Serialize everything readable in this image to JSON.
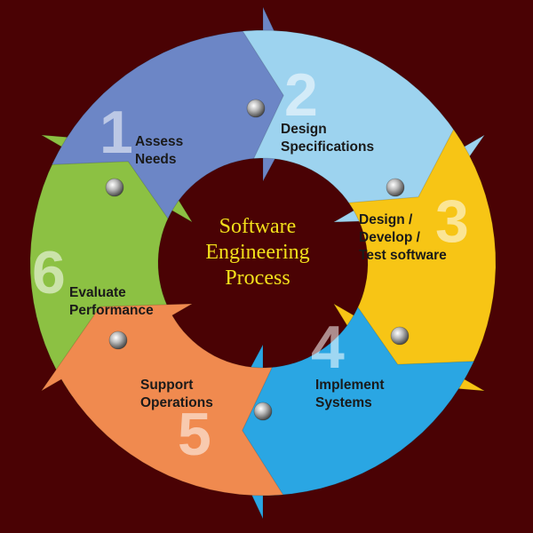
{
  "center": {
    "lines": [
      "Software",
      "Engineering",
      "Process"
    ]
  },
  "steps": [
    {
      "number": "1",
      "lines": [
        "Assess",
        "Needs"
      ],
      "color": "#6c86c6"
    },
    {
      "number": "2",
      "lines": [
        "Design",
        "Specifications"
      ],
      "color": "#9dd3ef"
    },
    {
      "number": "3",
      "lines": [
        "Design /",
        "Develop /",
        "Test software"
      ],
      "color": "#f7c515"
    },
    {
      "number": "4",
      "lines": [
        "Implement",
        "Systems"
      ],
      "color": "#2aa6e3"
    },
    {
      "number": "5",
      "lines": [
        "Support",
        "Operations"
      ],
      "color": "#f08a4f"
    },
    {
      "number": "6",
      "lines": [
        "Evaluate",
        "Performance"
      ],
      "color": "#8cc143"
    }
  ],
  "colors": {
    "background": "#4a0204",
    "center_text": "#f2e01b"
  }
}
